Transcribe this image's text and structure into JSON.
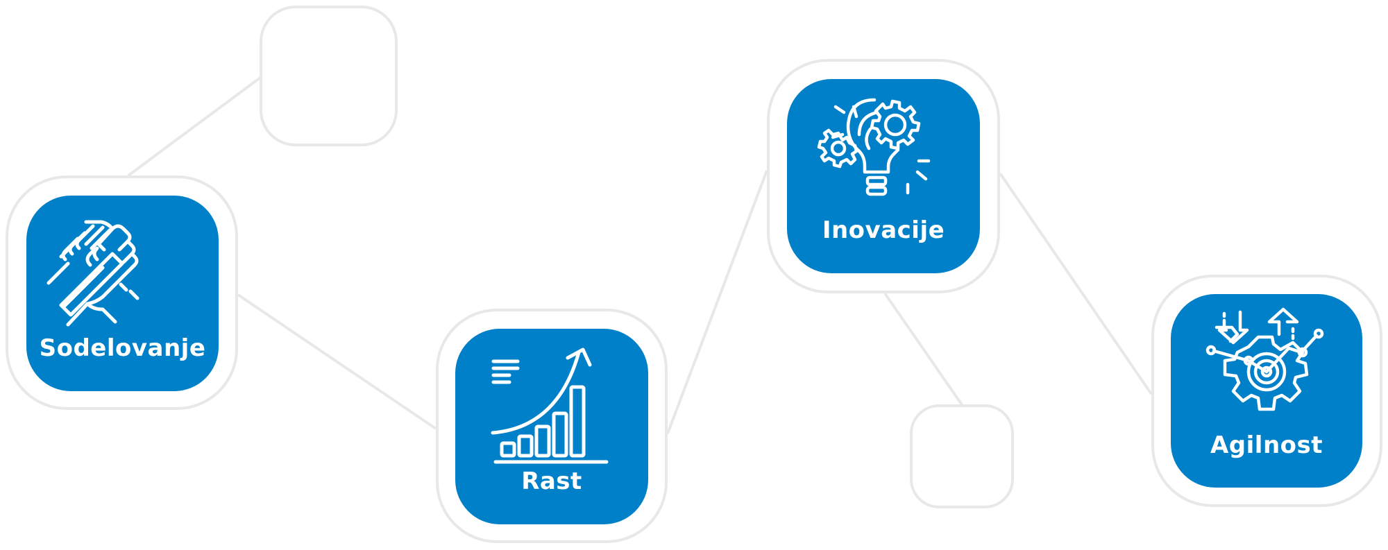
{
  "colors": {
    "card": "#0080c8",
    "frame": "#e8e8e8",
    "line": "#e8e8e8",
    "icon": "#ffffff"
  },
  "nodes": {
    "cooperation": {
      "label": "Sodelovanje",
      "icon": "handshake-icon"
    },
    "growth": {
      "label": "Rast",
      "icon": "growth-chart-icon"
    },
    "innovation": {
      "label": "Inovacije",
      "icon": "lightbulb-gears-icon"
    },
    "agility": {
      "label": "Agilnost",
      "icon": "agile-gear-icon"
    }
  }
}
